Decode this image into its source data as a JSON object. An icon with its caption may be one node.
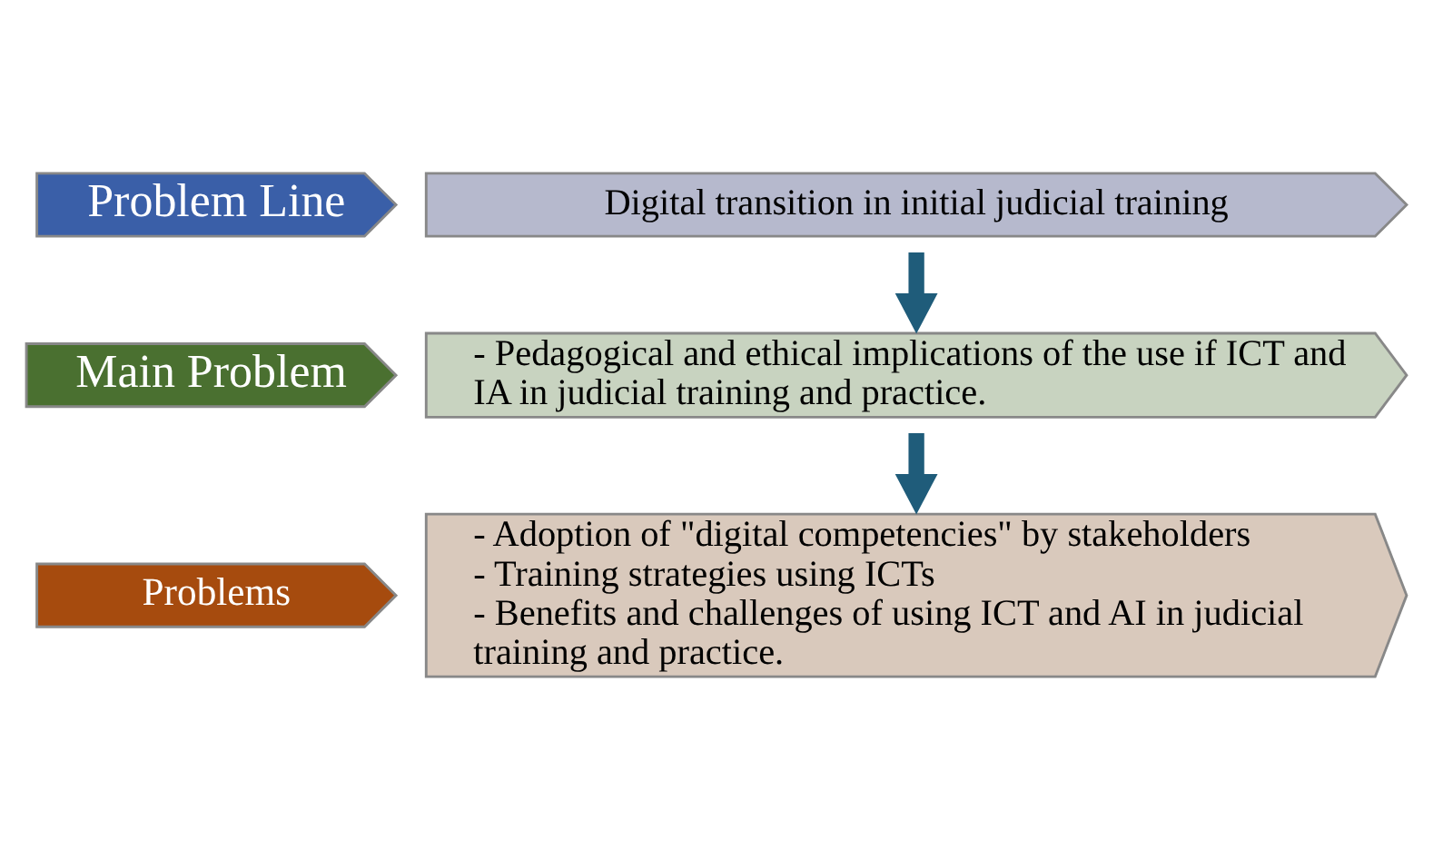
{
  "diagram": {
    "nodes": [
      {
        "text": [
          "Problem Line"
        ]
      },
      {
        "text": [
          "Digital transition in initial judicial training"
        ]
      },
      {
        "text": [
          "Main Problem"
        ]
      },
      {
        "text": [
          "- Pedagogical and ethical implications of the use if ICT and IA in judicial training and practice."
        ]
      },
      {
        "text": [
          "Problems"
        ]
      },
      {
        "text": [
          "- Adoption of \"digital competencies\" by stakeholders",
          "- Training strategies using ICTs",
          "- Benefits and challenges of using ICT and AI in judicial training and practice."
        ]
      }
    ],
    "edges": [
      {
        "from": 1,
        "to": 3,
        "arrow": "to"
      },
      {
        "from": 3,
        "to": 5,
        "arrow": "to"
      }
    ]
  }
}
